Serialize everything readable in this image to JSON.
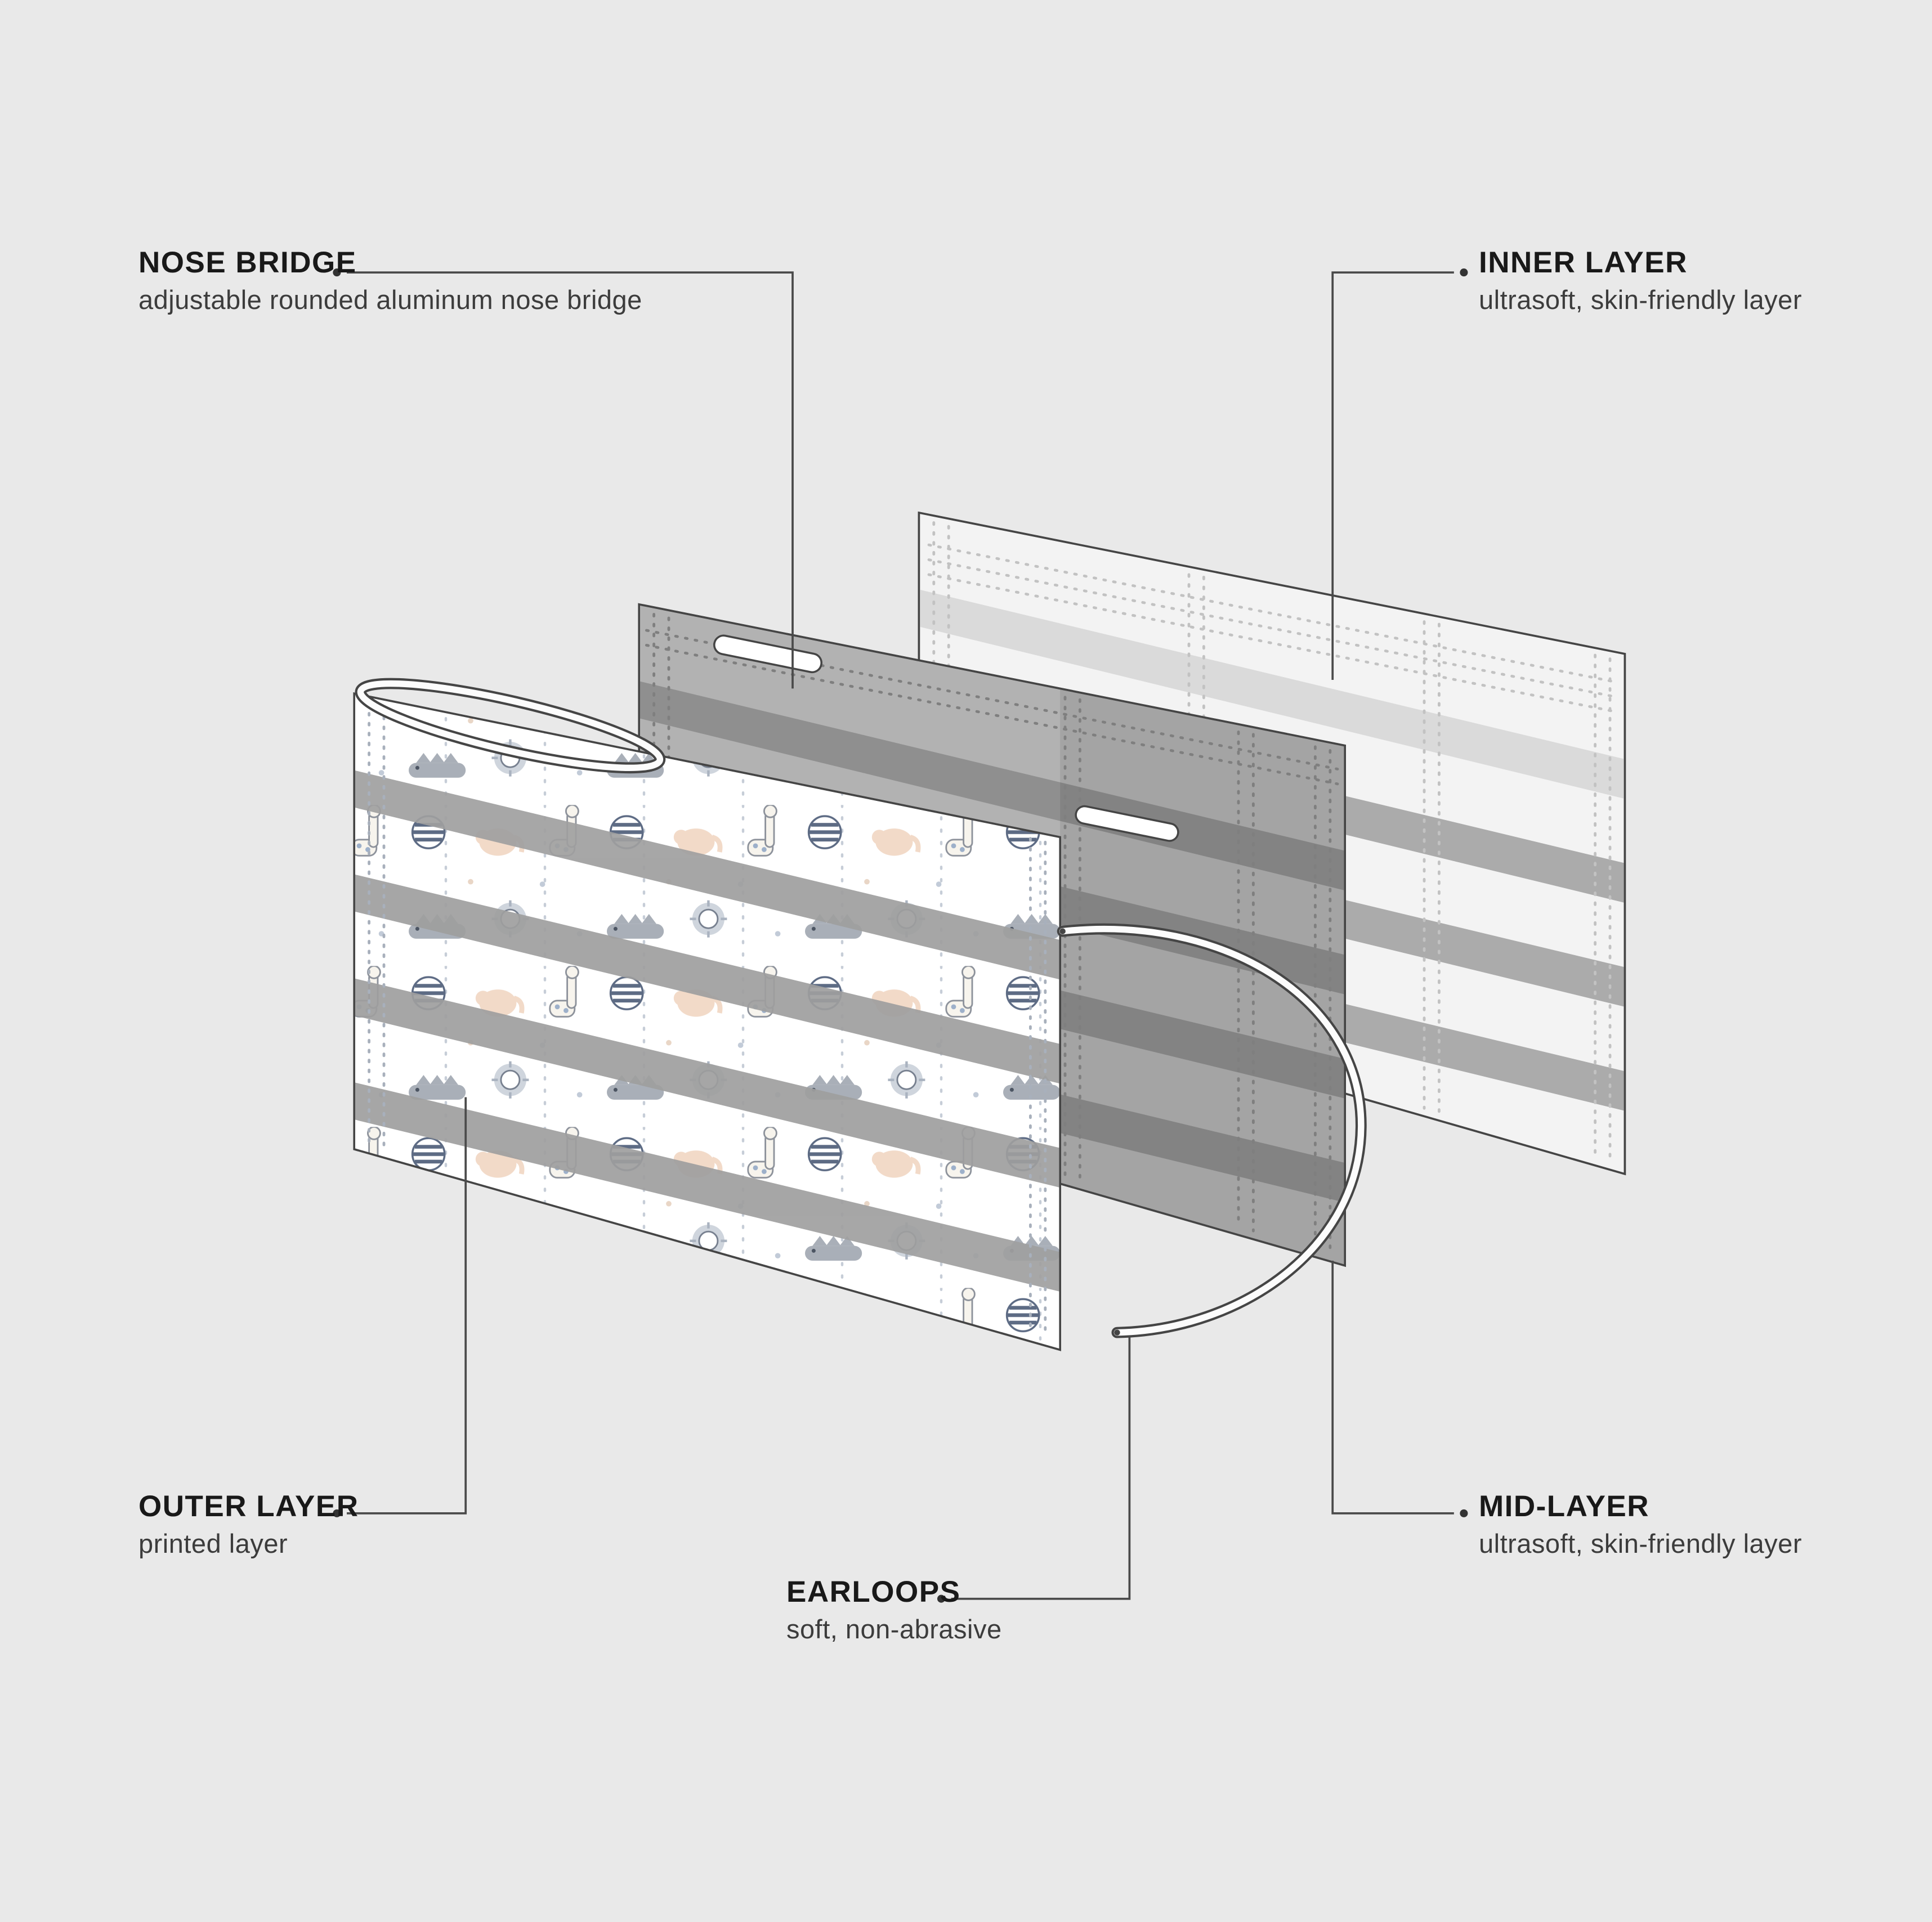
{
  "page": {
    "background": "#e9e9e9"
  },
  "callouts": {
    "nose_bridge": {
      "title": "NOSE BRIDGE",
      "description": "adjustable rounded aluminum nose bridge"
    },
    "inner_layer": {
      "title": "INNER LAYER",
      "description": "ultrasoft, skin-friendly layer"
    },
    "outer_layer": {
      "title": "OUTER LAYER",
      "description": "printed layer"
    },
    "mid_layer": {
      "title": "MID-LAYER",
      "description": "ultrasoft, skin-friendly layer"
    },
    "earloops": {
      "title": "EARLOOPS",
      "description": "soft, non-abrasive"
    }
  },
  "diagram": {
    "subject": "exploded view of a 3-layer printed kids face mask",
    "layers": [
      "outer printed layer",
      "mid layer",
      "inner layer"
    ],
    "parts": [
      "nose bridge",
      "earloops"
    ],
    "colors": {
      "background": "#e9e9e9",
      "outline": "#454545",
      "inner_layer_fill": "#f3f3f3",
      "mid_layer_fill": "#b2b2b2",
      "pleat_band": "#9b9b9b",
      "print_navy": "#5d6b84",
      "print_peach": "#f2dac8",
      "print_gray": "#a9afb8"
    }
  }
}
